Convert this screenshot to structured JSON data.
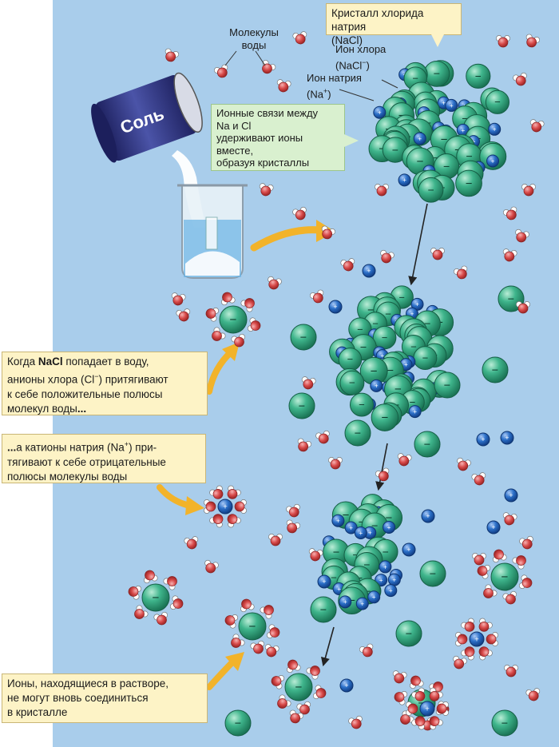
{
  "colors": {
    "water": "#a9cdeb",
    "chloride": "#2e9e78",
    "sodium": "#1f62b5",
    "oxygen": "#d84a4a",
    "hydrogen": "#ffffff",
    "callout_yellow": "#fdf3c6",
    "callout_green": "#d9f0cf",
    "arrow": "#f2b32a"
  },
  "labels": {
    "crystal_title_line1": "Кристалл хлорида натрия",
    "crystal_title_line2": "(NaCl)",
    "water_molecules_line1": "Молекулы",
    "water_molecules_line2": "воды",
    "chloride_ion_line1": "Ион хлора",
    "chloride_ion_line2_pre": "(NaCl",
    "chloride_ion_line2_sup": "−",
    "chloride_ion_line2_post": ")",
    "sodium_ion_line1": "Ион натрия",
    "sodium_ion_line2_pre": "(Na",
    "sodium_ion_line2_sup": "+",
    "sodium_ion_line2_post": ")",
    "salt_can": "Соль",
    "ionic_bonds": [
      "Ионные связи между",
      "Na и Cl",
      "удерживают ионы",
      "вместе,",
      "образуя кристаллы"
    ],
    "anions_note": {
      "l1a": "Когда ",
      "l1b": "NaCl",
      "l1c": " попадает в воду,",
      "l2a": "анионы хлора (Cl",
      "l2sup": "−",
      "l2b": ") притягивают",
      "l3": "к себе положительные полюсы",
      "l4a": "молекул воды",
      "l4b": "..."
    },
    "cations_note": {
      "l1a": "...",
      "l1b": "а катионы натрия (Na",
      "l1sup": "+",
      "l1c": ") при-",
      "l2": "тягивают к себе отрицательные",
      "l3": "полюсы молекулы воды"
    },
    "ions_note": [
      "Ионы, находящиеся в растворе,",
      "не могут вновь соединиться",
      "в кристалле"
    ]
  },
  "glyphs": {
    "minus": "−",
    "plus": "+"
  }
}
